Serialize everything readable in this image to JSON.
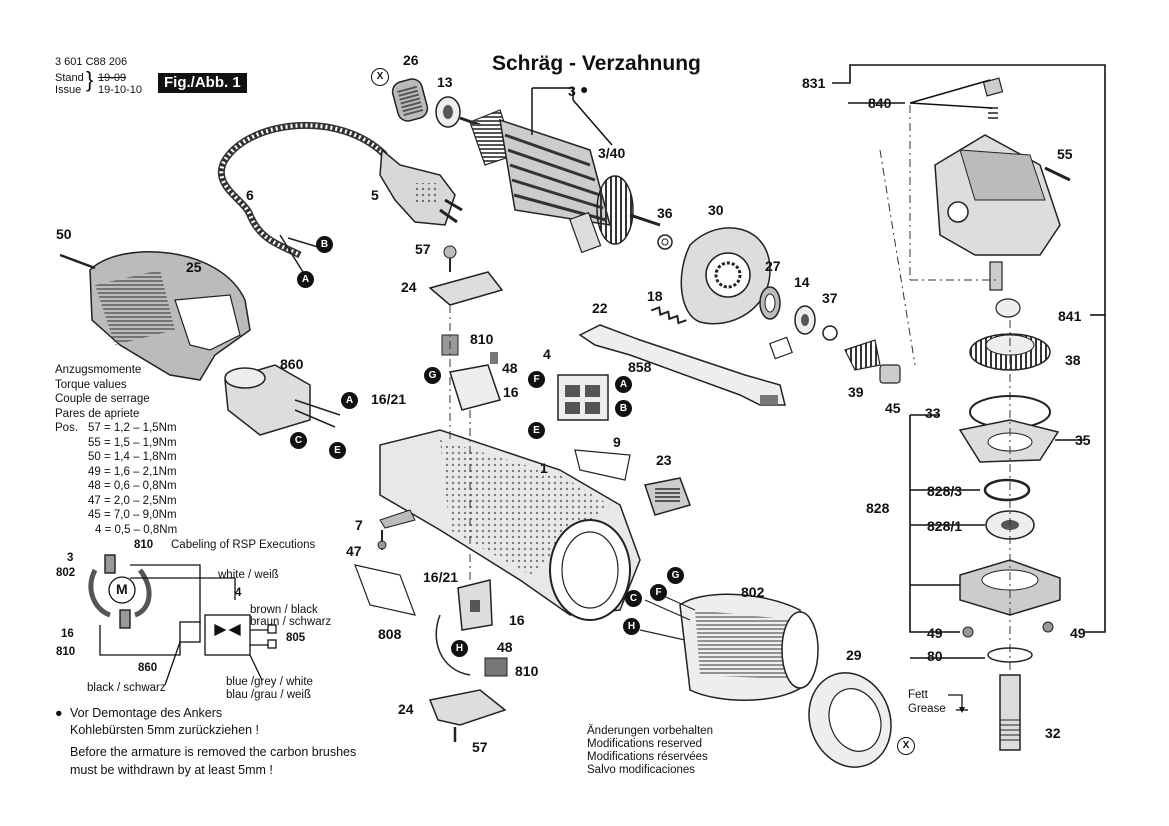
{
  "header": {
    "doc_number": "3 601 C88 206",
    "stand_label": "Stand",
    "issue_label": "Issue",
    "stand_old_date": "19-09",
    "issue_date": "19-10-10",
    "fig_label": "Fig./Abb. 1"
  },
  "title": "Schräg - Verzahnung",
  "part_numbers": {
    "p26": "26",
    "p13": "13",
    "p3": "3",
    "p3_40": "3/40",
    "p5": "5",
    "p6": "6",
    "p50": "50",
    "p25": "25",
    "p57a": "57",
    "p24a": "24",
    "p810a": "810",
    "p48a": "48",
    "p860": "860",
    "p16_21a": "16/21",
    "p16a": "16",
    "p4": "4",
    "p858": "858",
    "p22": "22",
    "p18": "18",
    "p36": "36",
    "p30": "30",
    "p27": "27",
    "p14": "14",
    "p37": "37",
    "p39": "39",
    "p45": "45",
    "p9": "9",
    "p1": "1",
    "p23": "23",
    "p7": "7",
    "p47": "47",
    "p808": "808",
    "p16_21b": "16/21",
    "p16b": "16",
    "p48b": "48",
    "p810b": "810",
    "p24b": "24",
    "p57b": "57",
    "p802": "802",
    "p29": "29",
    "p831": "831",
    "p840": "840",
    "p55": "55",
    "p841": "841",
    "p38": "38",
    "p33": "33",
    "p35": "35",
    "p828_3": "828/3",
    "p828": "828",
    "p828_1": "828/1",
    "p49a": "49",
    "p49b": "49",
    "p80": "80",
    "p32": "32"
  },
  "badges": {
    "x1": "X",
    "x2": "X",
    "a1": "A",
    "a2": "A",
    "a3": "A",
    "b1": "B",
    "b2": "B",
    "c1": "C",
    "c2": "C",
    "e1": "E",
    "e2": "E",
    "f1": "F",
    "f2": "F",
    "g1": "G",
    "g2": "G",
    "h1": "H",
    "h2": "H"
  },
  "torque": {
    "heading": [
      "Anzugsmomente",
      "Torque values",
      "Couple de serrage",
      "Pares de apriete"
    ],
    "pos_label": "Pos.",
    "rows": [
      "57 = 1,2  –  1,5Nm",
      "55 = 1,5  –  1,9Nm",
      "50 = 1,4  –  1,8Nm",
      "49 = 1,6  –  2,1Nm",
      "48 = 0,6  –  0,8Nm",
      "47 = 2,0  –  2,5Nm",
      "45 = 7,0  –  9,0Nm",
      "4 = 0,5  –  0,8Nm"
    ]
  },
  "wiring": {
    "caption": "Cabeling of RSP Executions",
    "motor_symbol": "M",
    "labels": {
      "n3": "3",
      "n802": "802",
      "n16": "16",
      "n810a": "810",
      "n810b": "810",
      "n4": "4",
      "n805": "805",
      "n860": "860",
      "white": "white / weiß",
      "brown": "brown / black",
      "braun": "braun / schwarz",
      "black": "black / schwarz",
      "blue": "blue /grey / white",
      "blau": "blau /grau / weiß"
    }
  },
  "notes": {
    "bullet": "●",
    "brush_de_1": "Vor Demontage des Ankers",
    "brush_de_2": "Kohlebürsten 5mm zurückziehen !",
    "brush_en_1": "Before the armature is removed the carbon brushes",
    "brush_en_2": "must be withdrawn by at least 5mm !",
    "mods": [
      "Änderungen vorbehalten",
      "Modifications reserved",
      "Modifications réservées",
      "Salvo modificaciones"
    ],
    "grease": [
      "Fett",
      "Grease"
    ]
  }
}
